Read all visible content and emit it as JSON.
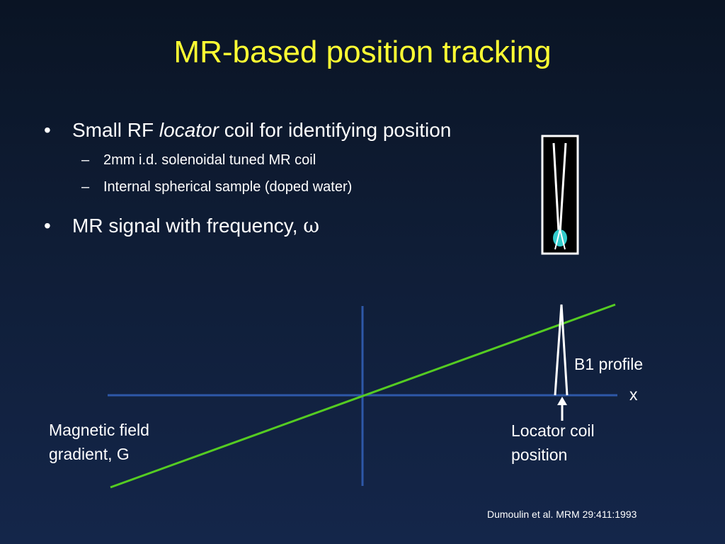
{
  "slide": {
    "title": "MR-based position tracking",
    "bullets": [
      {
        "marker": "•",
        "text_before": "Small RF ",
        "text_italic": "locator",
        "text_after": " coil for identifying position",
        "sub_items": [
          {
            "marker": "–",
            "text": "2mm i.d. solenoidal tuned MR coil"
          },
          {
            "marker": "–",
            "text": "Internal spherical sample (doped water)"
          }
        ]
      },
      {
        "marker": "•",
        "text": "MR signal with frequency, ",
        "symbol": "ω"
      }
    ],
    "diagram": {
      "b1_label": "B1 profile",
      "x_axis_label": "x",
      "gradient_label_line1": "Magnetic field",
      "gradient_label_line2": "gradient, G",
      "locator_label_line1": "Locator coil",
      "locator_label_line2": "position"
    },
    "citation": "Dumoulin et al. MRM 29:411:1993",
    "colors": {
      "title": "#ffff33",
      "text": "#ffffff",
      "gradient_line": "#55cc22",
      "axes": "#2e58a8",
      "sample": "#33cccc"
    }
  }
}
